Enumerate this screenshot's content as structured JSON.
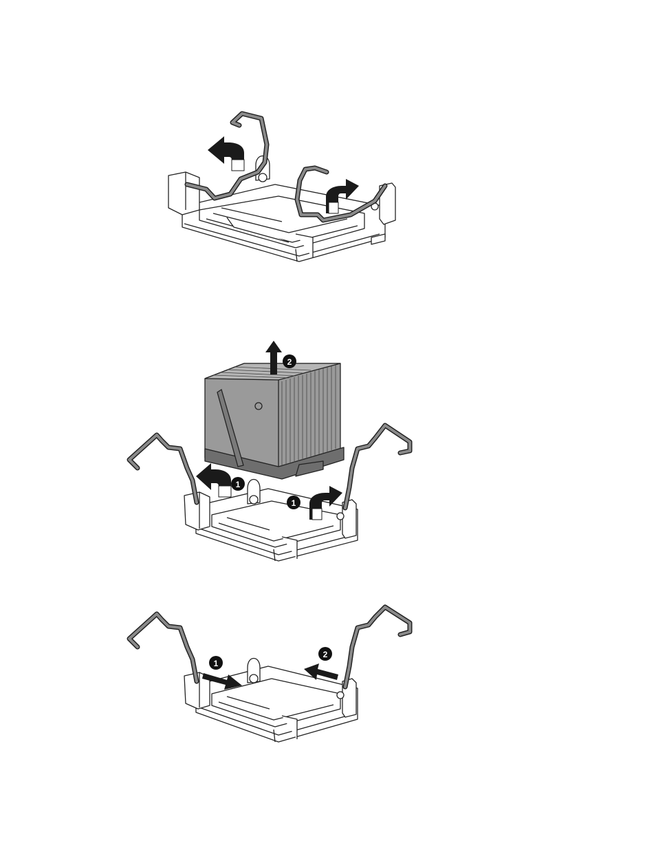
{
  "colors": {
    "line": "#222222",
    "lever": "#8a8a8a",
    "heatsink": "#9a9a9a",
    "heatsink_dark": "#6e6e6e",
    "arrow": "#1a1a1a",
    "callout_bg": "#111111",
    "callout_text": "#ffffff"
  },
  "panels": [
    {
      "name": "open-retaining-levers",
      "icons": [
        "curved-arrow-ccw-icon",
        "curved-arrow-cw-icon"
      ],
      "callouts": []
    },
    {
      "name": "lift-heatsink",
      "icons": [
        "curved-arrow-ccw-icon",
        "curved-arrow-cw-icon",
        "up-arrow-icon"
      ],
      "callouts": [
        "1",
        "1",
        "2"
      ]
    },
    {
      "name": "close-levers",
      "icons": [
        "right-arrow-icon",
        "left-arrow-icon"
      ],
      "callouts": [
        "1",
        "2"
      ]
    }
  ]
}
